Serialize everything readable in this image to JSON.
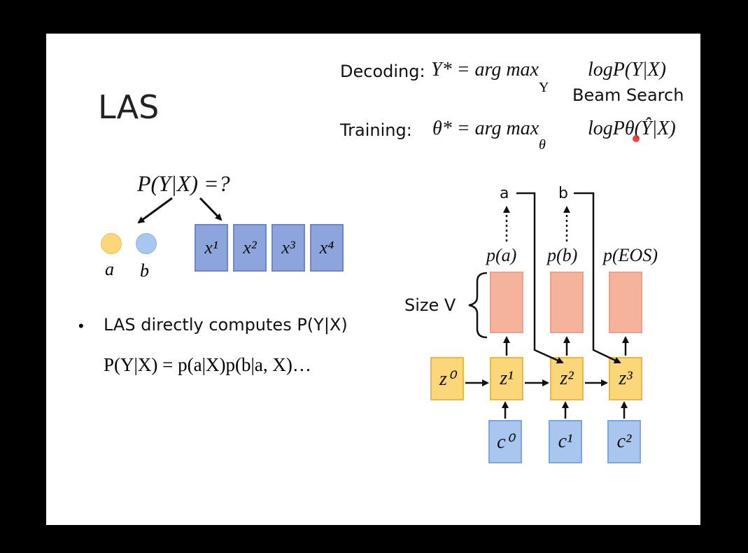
{
  "slide": {
    "title": "LAS",
    "decoding": {
      "label": "Decoding:",
      "lhs": "Y* = arg max",
      "sub": "Y",
      "rhs": "logP(Y|X)",
      "method": "Beam Search"
    },
    "training": {
      "label": "Training:",
      "lhs": "θ* = arg max",
      "sub": "θ",
      "rhs": "logPθ(Ŷ|X)"
    },
    "question": "P(Y|X) =?",
    "tokens": [
      "a",
      "b"
    ],
    "token_colors": [
      "#fbd77a",
      "#a9c7ee"
    ],
    "x_boxes": [
      "x¹",
      "x²",
      "x³",
      "x⁴"
    ],
    "bullet": "LAS directly computes P(Y|X)",
    "factorization": "P(Y|X) = p(a|X)p(b|a, X)…",
    "diagram": {
      "size_label": "Size V",
      "z_states": [
        "z⁰",
        "z¹",
        "z²",
        "z³"
      ],
      "c_vectors": [
        "c⁰",
        "c¹",
        "c²"
      ],
      "outputs": [
        "p(a)",
        "p(b)",
        "p(EOS)"
      ],
      "output_tokens": [
        "a",
        "b"
      ],
      "colors": {
        "z": "#fbd77a",
        "c": "#a9c7ee",
        "dist": "#f5b39c",
        "x": "#8ea4dc"
      }
    }
  }
}
